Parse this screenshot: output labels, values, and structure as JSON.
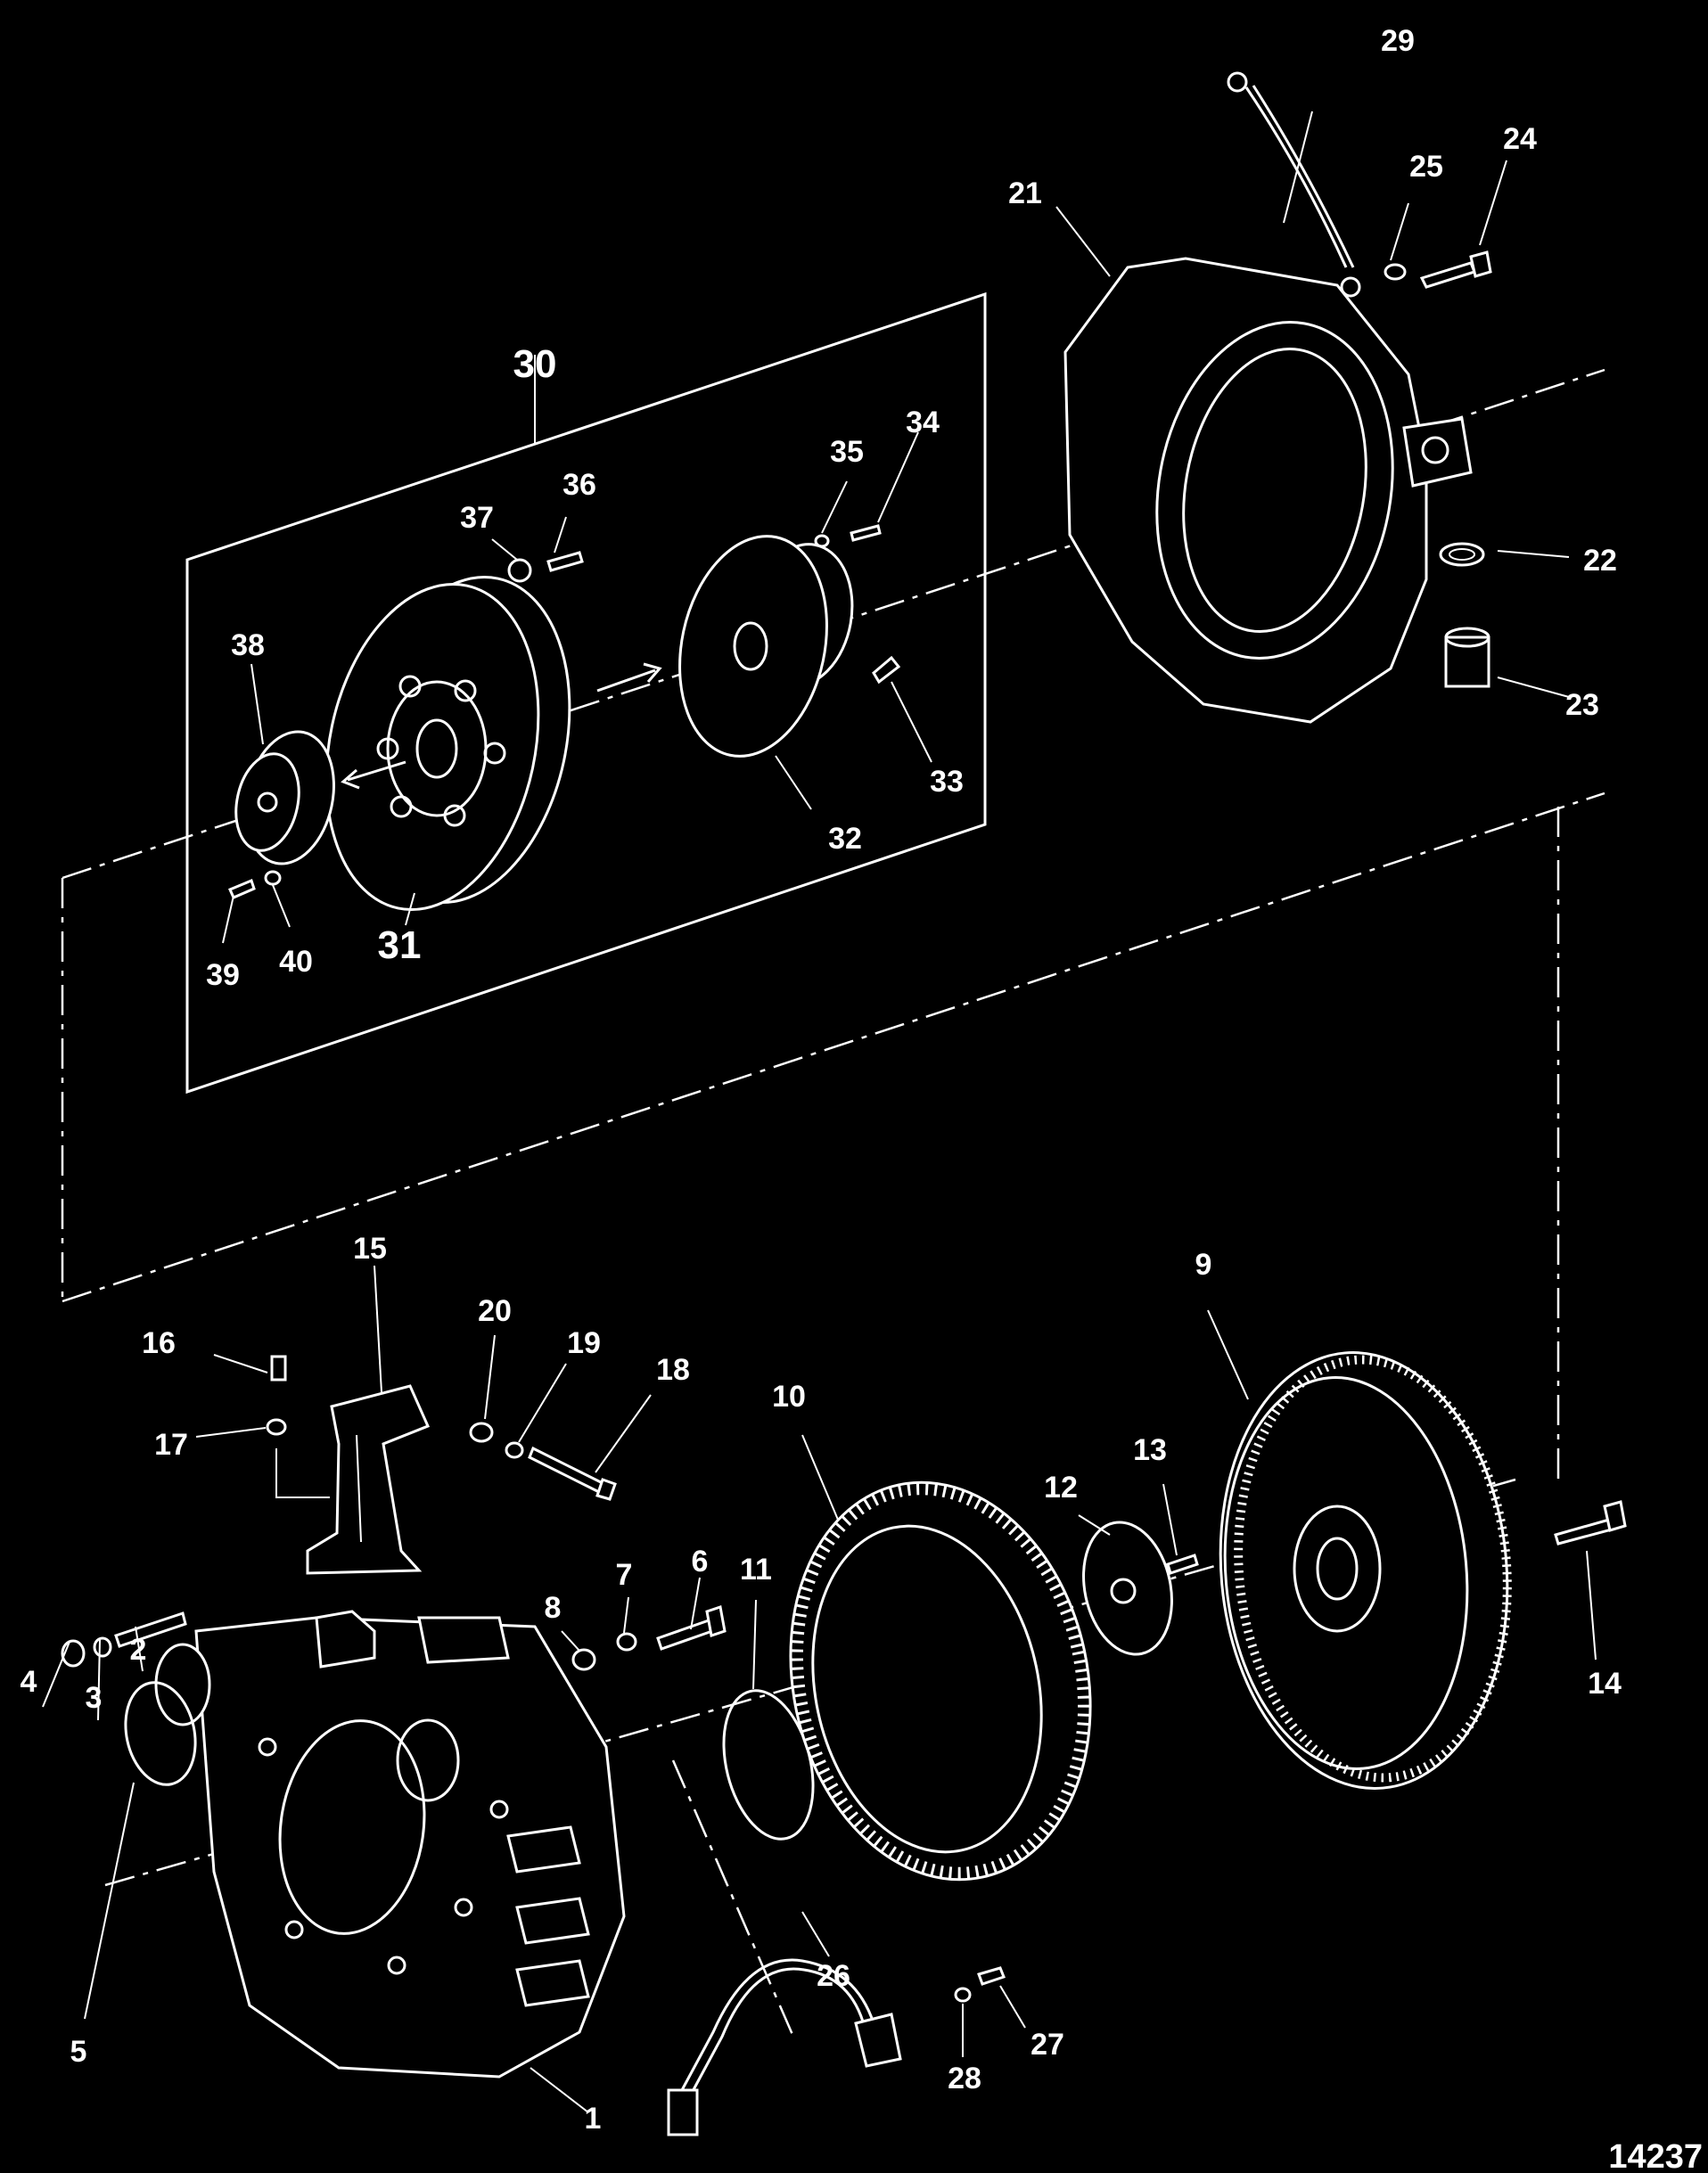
{
  "figure_number": "14237",
  "parts": [
    "1",
    "2",
    "3",
    "4",
    "5",
    "6",
    "7",
    "8",
    "9",
    "10",
    "11",
    "12",
    "13",
    "14",
    "15",
    "16",
    "17",
    "18",
    "19",
    "20",
    "21",
    "22",
    "23",
    "24",
    "25",
    "26",
    "27",
    "28",
    "29",
    "30",
    "31",
    "32",
    "33",
    "34",
    "35",
    "36",
    "37",
    "38",
    "39",
    "40"
  ]
}
